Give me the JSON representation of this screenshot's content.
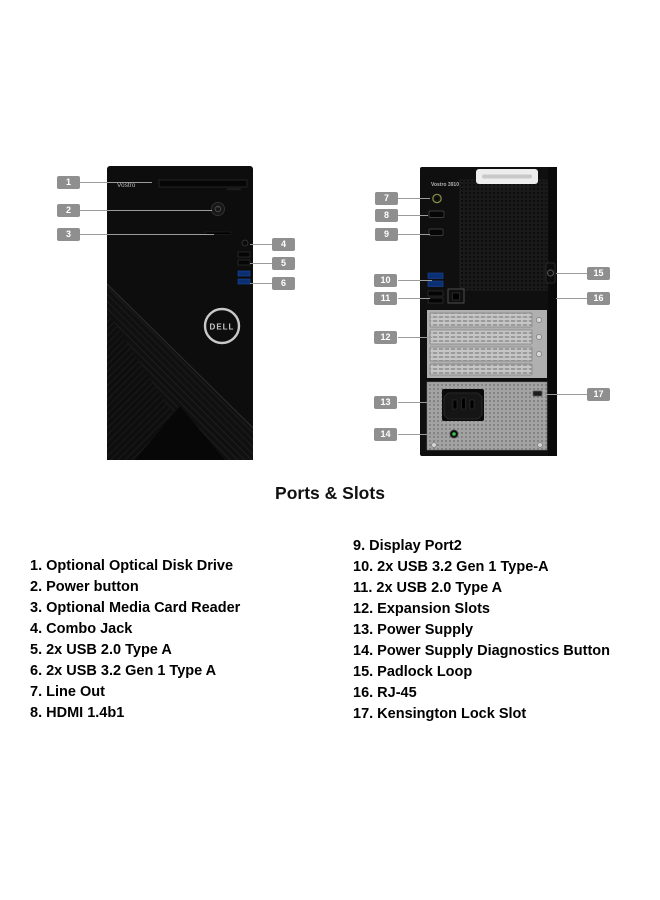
{
  "page": {
    "title": "Ports & Slots"
  },
  "front_tower": {
    "brand_label": "Vostro",
    "logo_text": "DELL"
  },
  "back_tower": {
    "model_label": "Vostro 3910"
  },
  "callouts": [
    "1",
    "2",
    "3",
    "4",
    "5",
    "6",
    "7",
    "8",
    "9",
    "10",
    "11",
    "12",
    "13",
    "14",
    "15",
    "16",
    "17"
  ],
  "legend": {
    "left": [
      "1. Optional Optical Disk Drive",
      "2. Power button",
      "3. Optional Media Card Reader",
      "4. Combo Jack",
      "5. 2x USB 2.0 Type A",
      "6. 2x USB 3.2 Gen 1 Type A",
      "7. Line Out",
      "8. HDMI 1.4b1"
    ],
    "right": [
      "9. Display Port2",
      "10. 2x USB 3.2 Gen 1 Type-A",
      "11. 2x USB 2.0 Type A",
      "12. Expansion Slots",
      "13. Power Supply",
      "14. Power Supply Diagnostics Button",
      "15. Padlock Loop",
      "16. RJ-45",
      "17. Kensington Lock Slot"
    ]
  }
}
